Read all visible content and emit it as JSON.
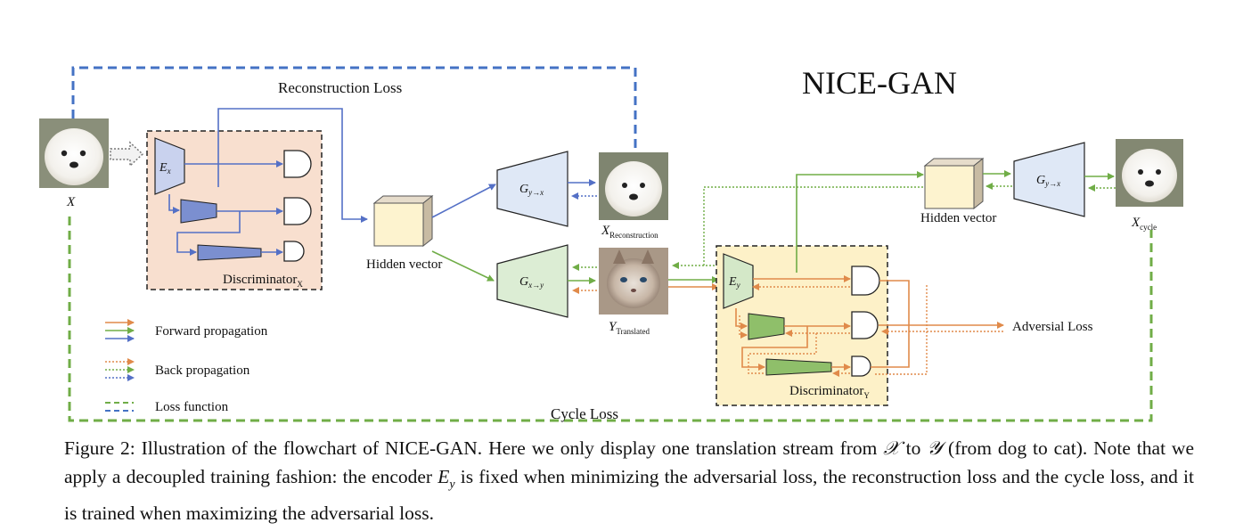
{
  "figure": {
    "title": "NICE-GAN",
    "labels": {
      "reconstruction_loss": "Reconstruction Loss",
      "cycle_loss": "Cycle Loss",
      "adversial_loss": "Adversial Loss",
      "hidden_vector_left": "Hidden vector",
      "hidden_vector_right": "Hidden vector",
      "x_label": "X",
      "x_reconstruction_main": "X",
      "x_reconstruction_sub": "Reconstruction",
      "y_translated_main": "Y",
      "y_translated_sub": "Translated",
      "x_cycle_main": "X",
      "x_cycle_sub": "cycle",
      "discriminator_x_main": "Discriminator",
      "discriminator_x_sub": "X",
      "discriminator_y_main": "Discriminator",
      "discriminator_y_sub": "Y"
    },
    "modules": {
      "ex_main": "E",
      "ex_sub": "x",
      "ey_main": "E",
      "ey_sub": "y",
      "g_yx_main": "G",
      "g_yx_sub": "y→x",
      "g_xy_main": "G",
      "g_xy_sub": "x→y",
      "g_yx_right_main": "G",
      "g_yx_right_sub": "y→x"
    },
    "legend": [
      {
        "label": "Forward propagation",
        "style": "solid"
      },
      {
        "label": "Back propagation",
        "style": "dotted"
      },
      {
        "label": "Loss function",
        "style": "dashed"
      }
    ],
    "colors": {
      "blue": "#5470c6",
      "green": "#70ad47",
      "orange": "#e08a4a",
      "dashed_blue": "#4472c4",
      "dashed_green": "#70ad47",
      "disc_x_bg": "#f8dfcf",
      "disc_y_bg": "#fdf1c8",
      "gen_blue": "#dfe8f6",
      "gen_green": "#dcedd4",
      "enc_blue": "#c9d2ee",
      "enc_green": "#d4e8c8",
      "cube_front": "#fdf3cf"
    }
  },
  "caption": {
    "part1": "Figure 2: Illustration of the flowchart of NICE-GAN. Here we only display one translation stream from ",
    "domain_x": "𝒳",
    "part2": " to ",
    "domain_y": "𝒴",
    "part3": " (from dog to cat). Note that we apply a decoupled training fashion: the encoder ",
    "ey_main": "E",
    "ey_sub": "y",
    "part4": " is fixed when minimizing the adversarial loss, the reconstruction loss and the cycle loss, and it is trained when maximizing the adversarial loss."
  }
}
